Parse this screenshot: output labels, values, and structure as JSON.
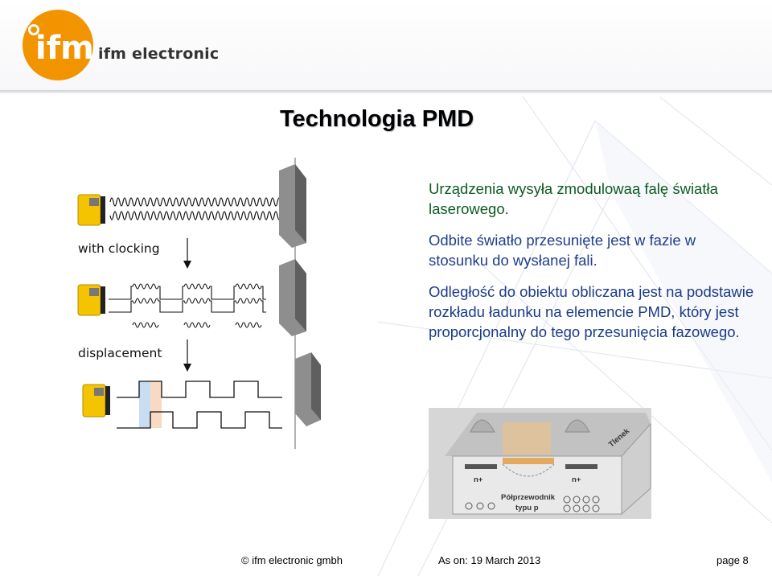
{
  "header": {
    "brand": "ifm electronic",
    "logo_text": "ifm",
    "colors": {
      "logo_orange": "#f29400",
      "text_gray": "#333333"
    }
  },
  "slide": {
    "title": "Technologia PMD"
  },
  "diagram": {
    "label_clocking": "with clocking",
    "label_displacement": "displacement"
  },
  "text": {
    "para1": "Urządzenia wysyła zmodulowaą falę światła laserowego.",
    "para2": "Odbite światło przesunięte jest w fazie w stosunku do wysłanej fali.",
    "para3": "Odległość do obiektu obliczana jest na podstawie rozkładu ładunku na elemencie PMD, który jest proporcjonalny do tego przesunięcia fazowego."
  },
  "photo": {
    "label_n1": "n+",
    "label_n2": "n+",
    "label_semiconductor": "Półprzewodnik",
    "label_type": "typu p",
    "label_oxide": "Tlenek"
  },
  "footer": {
    "company": "ifm electronic gmbh",
    "date": "As on: 19 March 2013",
    "page": "page 8"
  }
}
